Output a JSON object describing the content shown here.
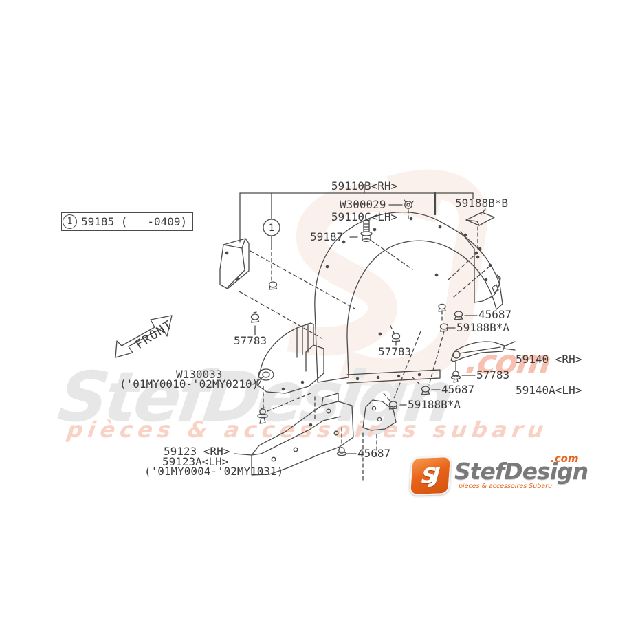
{
  "diagram": {
    "callout_number": "1",
    "ref_box_text": "59185 (   -0409)",
    "front_label": "FRONT",
    "labels": {
      "p59110_line1": "59110B<RH>",
      "p59110_line2": "59110C<LH>",
      "w300029": "W300029",
      "p59188b_b": "59188B*B",
      "p59187": "59187",
      "p45687_right": "45687",
      "p59188b_a_right": "59188B*A",
      "p59140_line1": "59140 <RH>",
      "p59140_line2": "59140A<LH>",
      "p57783_right": "57783",
      "p45687_mid": "45687",
      "p59188b_a_mid": "59188B*A",
      "p57783_center": "57783",
      "p57783_left": "57783",
      "w130033_line1": "W130033",
      "w130033_line2": "('01MY0010-'02MY0210)",
      "p59123_line1": "59123 <RH>",
      "p59123_line2": "59123A<LH>",
      "p59123_line3": "('01MY0004-'02MY1031)",
      "p45687_bottom": "45687"
    }
  },
  "watermark": {
    "brand": "StefDesign",
    "tld": ".com",
    "tagline": "pièces & accessoires subaru"
  },
  "logo": {
    "monogram": "SJ",
    "brand": "StefDesign",
    "tld": ".com",
    "tagline": "pièces & accessoires Subaru"
  },
  "colors": {
    "line": "#4a4a4a",
    "label_text": "#3d3d3d",
    "watermark_gray": "#e7e7e7",
    "watermark_pink": "#f8d2c4",
    "logo_orange": "#e8641b"
  }
}
